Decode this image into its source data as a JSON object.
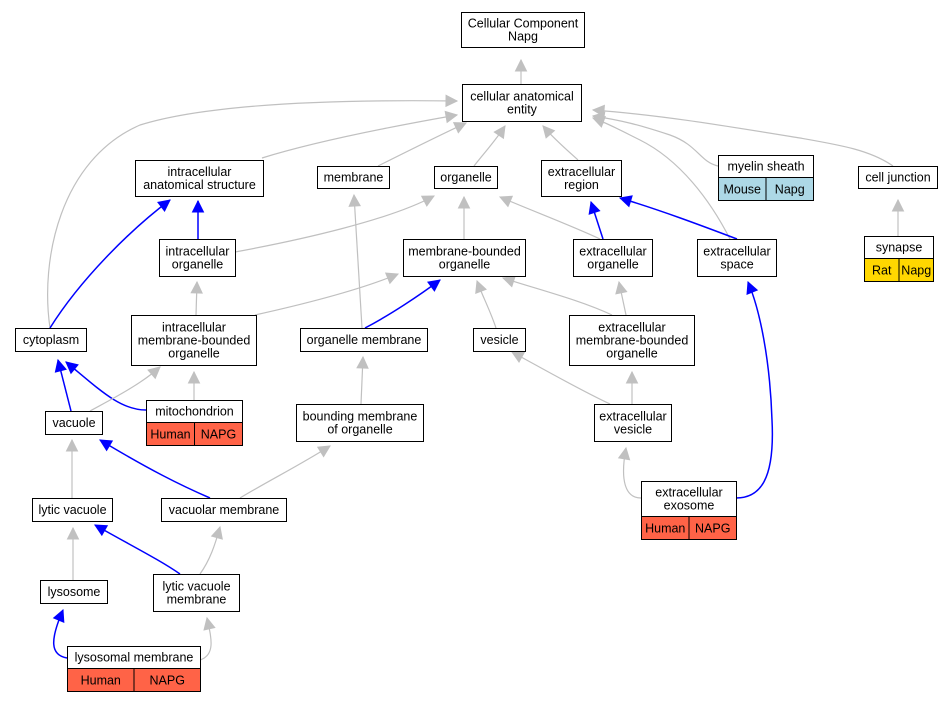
{
  "colors": {
    "human": "#ff6347",
    "mouse": "#add8e6",
    "rat": "#ffd700",
    "is_a_edge": "#c0c0c0",
    "part_of_edge": "#0000ff"
  },
  "nodes": [
    {
      "id": "cc",
      "lines": [
        "Cellular Component",
        "Napg"
      ]
    },
    {
      "id": "cae",
      "lines": [
        "cellular anatomical",
        "entity"
      ]
    },
    {
      "id": "ias",
      "lines": [
        "intracellular",
        "anatomical structure"
      ]
    },
    {
      "id": "membrane",
      "lines": [
        "membrane"
      ]
    },
    {
      "id": "organelle",
      "lines": [
        "organelle"
      ]
    },
    {
      "id": "extreg",
      "lines": [
        "extracellular",
        "region"
      ]
    },
    {
      "id": "myelin",
      "lines": [
        "myelin sheath"
      ],
      "badges": [
        {
          "label": "Mouse",
          "species": "mouse"
        },
        {
          "label": "Napg",
          "species": "mouse"
        }
      ]
    },
    {
      "id": "celljunc",
      "lines": [
        "cell junction"
      ]
    },
    {
      "id": "intorg",
      "lines": [
        "intracellular",
        "organelle"
      ]
    },
    {
      "id": "mbo",
      "lines": [
        "membrane-bounded",
        "organelle"
      ]
    },
    {
      "id": "extorg",
      "lines": [
        "extracellular",
        "organelle"
      ]
    },
    {
      "id": "extspace",
      "lines": [
        "extracellular",
        "space"
      ]
    },
    {
      "id": "synapse",
      "lines": [
        "synapse"
      ],
      "badges": [
        {
          "label": "Rat",
          "species": "rat"
        },
        {
          "label": "Napg",
          "species": "rat"
        }
      ]
    },
    {
      "id": "cytoplasm",
      "lines": [
        "cytoplasm"
      ]
    },
    {
      "id": "imbo",
      "lines": [
        "intracellular",
        "membrane-bounded",
        "organelle"
      ]
    },
    {
      "id": "orgmem",
      "lines": [
        "organelle membrane"
      ]
    },
    {
      "id": "vesicle",
      "lines": [
        "vesicle"
      ]
    },
    {
      "id": "embo",
      "lines": [
        "extracellular",
        "membrane-bounded",
        "organelle"
      ]
    },
    {
      "id": "mito",
      "lines": [
        "mitochondrion"
      ],
      "badges": [
        {
          "label": "Human",
          "species": "human"
        },
        {
          "label": "NAPG",
          "species": "human"
        }
      ]
    },
    {
      "id": "vacuole",
      "lines": [
        "vacuole"
      ]
    },
    {
      "id": "bmo",
      "lines": [
        "bounding membrane",
        "of organelle"
      ]
    },
    {
      "id": "extves",
      "lines": [
        "extracellular",
        "vesicle"
      ]
    },
    {
      "id": "lytvac",
      "lines": [
        "lytic vacuole"
      ]
    },
    {
      "id": "vacmem",
      "lines": [
        "vacuolar membrane"
      ]
    },
    {
      "id": "exosome",
      "lines": [
        "extracellular",
        "exosome"
      ],
      "badges": [
        {
          "label": "Human",
          "species": "human"
        },
        {
          "label": "NAPG",
          "species": "human"
        }
      ]
    },
    {
      "id": "lysosome",
      "lines": [
        "lysosome"
      ]
    },
    {
      "id": "lvm",
      "lines": [
        "lytic vacuole",
        "membrane"
      ]
    },
    {
      "id": "lysmem",
      "lines": [
        "lysosomal membrane"
      ],
      "badges": [
        {
          "label": "Human",
          "species": "human"
        },
        {
          "label": "NAPG",
          "species": "human"
        }
      ]
    }
  ],
  "edges": [
    {
      "from": "cae",
      "to": "cc",
      "relation": "is_a"
    },
    {
      "from": "ias",
      "to": "cae",
      "relation": "is_a"
    },
    {
      "from": "membrane",
      "to": "cae",
      "relation": "is_a"
    },
    {
      "from": "organelle",
      "to": "cae",
      "relation": "is_a"
    },
    {
      "from": "extreg",
      "to": "cae",
      "relation": "is_a"
    },
    {
      "from": "myelin",
      "to": "cae",
      "relation": "is_a"
    },
    {
      "from": "celljunc",
      "to": "cae",
      "relation": "is_a"
    },
    {
      "from": "cytoplasm",
      "to": "cae",
      "relation": "is_a"
    },
    {
      "from": "extspace",
      "to": "cae",
      "relation": "is_a"
    },
    {
      "from": "synapse",
      "to": "celljunc",
      "relation": "is_a"
    },
    {
      "from": "intorg",
      "to": "ias",
      "relation": "part_of"
    },
    {
      "from": "intorg",
      "to": "organelle",
      "relation": "is_a"
    },
    {
      "from": "mbo",
      "to": "organelle",
      "relation": "is_a"
    },
    {
      "from": "extorg",
      "to": "organelle",
      "relation": "is_a"
    },
    {
      "from": "extorg",
      "to": "extreg",
      "relation": "part_of"
    },
    {
      "from": "extspace",
      "to": "extreg",
      "relation": "part_of"
    },
    {
      "from": "cytoplasm",
      "to": "ias",
      "relation": "part_of"
    },
    {
      "from": "imbo",
      "to": "intorg",
      "relation": "is_a"
    },
    {
      "from": "imbo",
      "to": "mbo",
      "relation": "is_a"
    },
    {
      "from": "orgmem",
      "to": "membrane",
      "relation": "is_a"
    },
    {
      "from": "orgmem",
      "to": "mbo",
      "relation": "part_of"
    },
    {
      "from": "vesicle",
      "to": "mbo",
      "relation": "is_a"
    },
    {
      "from": "embo",
      "to": "mbo",
      "relation": "is_a"
    },
    {
      "from": "embo",
      "to": "extorg",
      "relation": "is_a"
    },
    {
      "from": "mito",
      "to": "imbo",
      "relation": "is_a"
    },
    {
      "from": "mito",
      "to": "cytoplasm",
      "relation": "part_of"
    },
    {
      "from": "vacuole",
      "to": "imbo",
      "relation": "is_a"
    },
    {
      "from": "vacuole",
      "to": "cytoplasm",
      "relation": "part_of"
    },
    {
      "from": "bmo",
      "to": "orgmem",
      "relation": "is_a"
    },
    {
      "from": "extves",
      "to": "vesicle",
      "relation": "is_a"
    },
    {
      "from": "extves",
      "to": "embo",
      "relation": "is_a"
    },
    {
      "from": "lytvac",
      "to": "vacuole",
      "relation": "is_a"
    },
    {
      "from": "vacmem",
      "to": "bmo",
      "relation": "is_a"
    },
    {
      "from": "vacmem",
      "to": "vacuole",
      "relation": "part_of"
    },
    {
      "from": "exosome",
      "to": "extves",
      "relation": "is_a"
    },
    {
      "from": "exosome",
      "to": "extspace",
      "relation": "part_of"
    },
    {
      "from": "lysosome",
      "to": "lytvac",
      "relation": "is_a"
    },
    {
      "from": "lvm",
      "to": "vacmem",
      "relation": "is_a"
    },
    {
      "from": "lvm",
      "to": "lytvac",
      "relation": "part_of"
    },
    {
      "from": "lysmem",
      "to": "lvm",
      "relation": "is_a"
    },
    {
      "from": "lysmem",
      "to": "lysosome",
      "relation": "part_of"
    }
  ]
}
